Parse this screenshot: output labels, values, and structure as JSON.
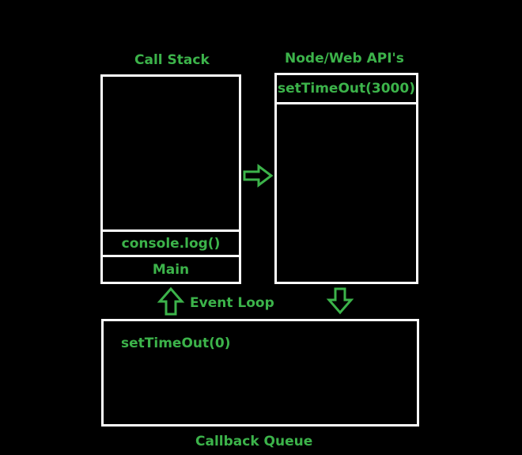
{
  "colors": {
    "background": "#000000",
    "border": "#ffffff",
    "text": "#3cb34a",
    "arrow": "#3cb34a"
  },
  "call_stack": {
    "title": "Call Stack",
    "items": [
      "console.log()",
      "Main"
    ]
  },
  "web_api": {
    "title": "Node/Web API's",
    "items": [
      "setTimeOut(3000)"
    ]
  },
  "event_loop": {
    "label": "Event Loop"
  },
  "callback_queue": {
    "title": "Callback Queue",
    "items": [
      "setTimeOut(0)"
    ]
  }
}
